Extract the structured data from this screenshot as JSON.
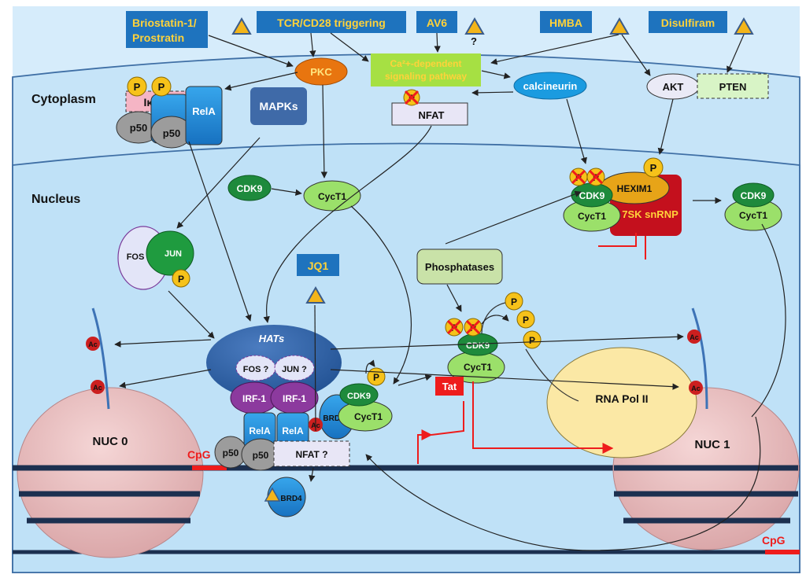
{
  "colors": {
    "background": "#d3ebfa",
    "drug_box": "#1e73be",
    "drug_text": "#ffd23a",
    "triangle": "#f3b51a",
    "pkc": "#e8750f",
    "ca_box": "#a6e043",
    "calcineurin": "#1b9be0",
    "cdk9": "#1e8a3c",
    "cyct1": "#9be06a",
    "relA": "#1d8cd6",
    "p50": "#9c9c9c",
    "irf1": "#8c3a9e",
    "hats": "#2c5ea0",
    "snrnp": "#c4101d",
    "hexim": "#e7a418",
    "rnapol": "#fbe8a5",
    "nucleosome": "#e9bcbe",
    "dna": "#1c3050",
    "cpg": "#ee1c1c",
    "ac": "#cc1f1f",
    "phosphate": "#f6c21a"
  },
  "drugs": {
    "bryostatin_line1": "Briostatin-1/",
    "bryostatin_line2": "Prostratin",
    "tcr": "TCR/CD28 triggering",
    "av6": "AV6",
    "av6_question": "?",
    "hmba": "HMBA",
    "disulfiram": "Disulfiram",
    "jq1": "JQ1"
  },
  "compartments": {
    "cytoplasm": "Cytoplasm",
    "nucleus": "Nucleus"
  },
  "proteins": {
    "pkc": "PKC",
    "ca_line1": "Ca²+-dependent",
    "ca_line2": "signaling pathway",
    "calcineurin": "calcineurin",
    "akt": "AKT",
    "pten": "PTEN",
    "ikba": "IκB-α",
    "rela": "RelA",
    "p50": "p50",
    "mapks": "MAPKs",
    "nfat": "NFAT",
    "cdk9": "CDK9",
    "cyct1": "CycT1",
    "hexim1": "HEXIM1",
    "snrnp": "7SK snRNP",
    "fos": "FOS",
    "jun": "JUN",
    "phosphatases": "Phosphatases",
    "hats": "HATs",
    "fos_q": "FOS ?",
    "jun_q": "JUN ?",
    "irf1": "IRF-1",
    "brd4": "BRD4",
    "nfat_q": "NFAT ?",
    "tat": "Tat",
    "rnapol": "RNA Pol II",
    "nuc0": "NUC 0",
    "nuc1": "NUC 1",
    "cpg": "CpG",
    "p": "P",
    "ac": "Ac"
  }
}
